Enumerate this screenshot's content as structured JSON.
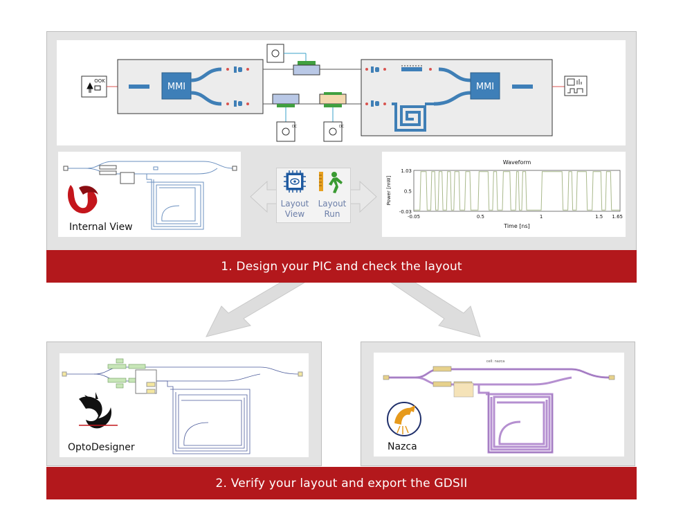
{
  "step1": {
    "banner": "1. Design your PIC and check the layout",
    "circuit": {
      "source_label": "OOK",
      "mmi_left": "MMI",
      "mmi_right": "MMI",
      "dc_labels": [
        "DC",
        "DC"
      ]
    },
    "internal_view_label": "Internal View",
    "buttons": {
      "layout_view": [
        "Layout",
        "View"
      ],
      "layout_run": [
        "Layout",
        "Run"
      ]
    }
  },
  "waveform_chart": {
    "chart_data": {
      "type": "line",
      "title": "Waveform",
      "xlabel": "Time [ns]",
      "ylabel": "Power [mW]",
      "xlim": [
        -0.05,
        1.65
      ],
      "ylim": [
        -0.03,
        1.03
      ],
      "x_ticks": [
        "-0.05",
        "0.5",
        "1",
        "1.5",
        "1.65"
      ],
      "y_ticks": [
        "1.03",
        "0.5",
        "-0.03"
      ],
      "grid": false,
      "series_color": "#a8b88a",
      "pulses": [
        [
          0.0,
          0.06
        ],
        [
          0.09,
          0.13
        ],
        [
          0.15,
          0.19
        ],
        [
          0.22,
          0.26
        ],
        [
          0.28,
          0.33
        ],
        [
          0.37,
          0.42
        ],
        [
          0.48,
          0.57
        ],
        [
          0.6,
          0.64
        ],
        [
          0.68,
          0.75
        ],
        [
          0.79,
          0.82
        ],
        [
          0.84,
          0.88
        ],
        [
          1.0,
          1.18
        ],
        [
          1.22,
          1.26
        ],
        [
          1.29,
          1.38
        ],
        [
          1.42,
          1.5
        ],
        [
          1.53,
          1.58
        ]
      ]
    }
  },
  "step2": {
    "banner": "2. Verify your layout and export the GDSII",
    "optodesigner_label": "OptoDesigner",
    "nazca_label": "Nazca",
    "nazca_cell_title": "cell: nazca"
  },
  "colors": {
    "banner_red": "#b3181c",
    "mmi_blue": "#3e7fb8",
    "waveguide_blue": "#3f7fb6",
    "nazca_purple": "#b58fd0",
    "panel_gray": "#e3e3e3"
  }
}
